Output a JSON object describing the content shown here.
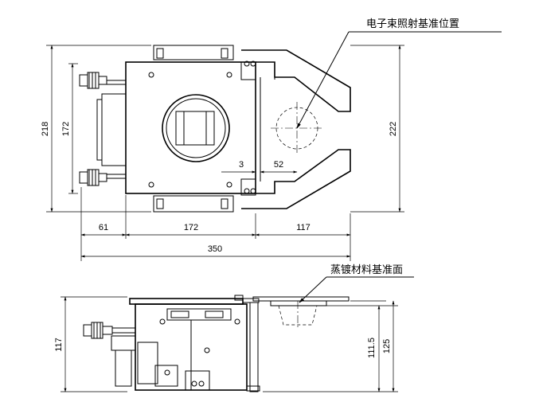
{
  "labels": {
    "ebeam_reference": "电子束照射基准位置",
    "material_surface": "蒸镀材料基准面"
  },
  "dimensions": {
    "d218": "218",
    "d172v": "172",
    "d222": "222",
    "d3": "3",
    "d52": "52",
    "d61": "61",
    "d172h": "172",
    "d117h": "117",
    "d350": "350",
    "d117v": "117",
    "d1115": "111.5",
    "d125": "125"
  }
}
